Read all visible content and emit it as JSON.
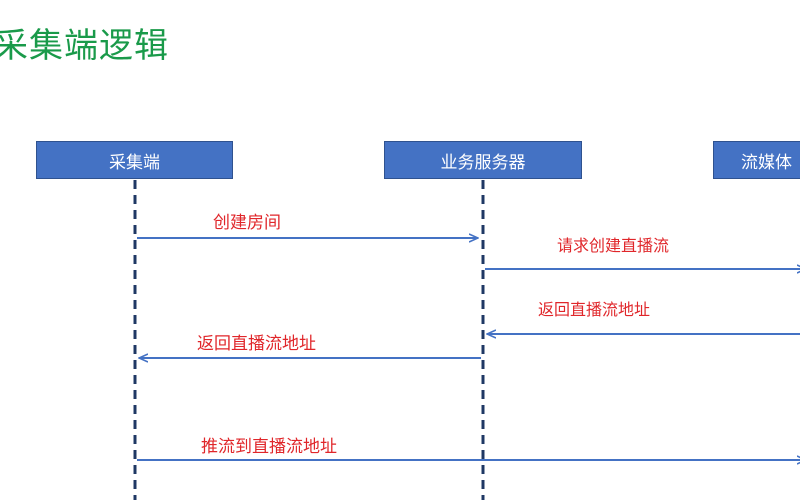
{
  "title": "采集端逻辑",
  "actors": [
    {
      "label": "采集端"
    },
    {
      "label": "业务服务器"
    },
    {
      "label": "流媒体"
    }
  ],
  "messages": [
    {
      "label": "创建房间",
      "from": "采集端",
      "to": "业务服务器"
    },
    {
      "label": "请求创建直播流",
      "from": "业务服务器",
      "to": "流媒体"
    },
    {
      "label": "返回直播流地址",
      "from": "流媒体",
      "to": "业务服务器"
    },
    {
      "label": "返回直播流地址",
      "from": "业务服务器",
      "to": "采集端"
    },
    {
      "label": "推流到直播流地址",
      "from": "采集端",
      "to": "流媒体"
    }
  ],
  "colors": {
    "title": "#1a9a4a",
    "actor_fill": "#4472c4",
    "lifeline": "#1f3864",
    "arrow": "#4472c4",
    "message_text": "#e0262a"
  }
}
